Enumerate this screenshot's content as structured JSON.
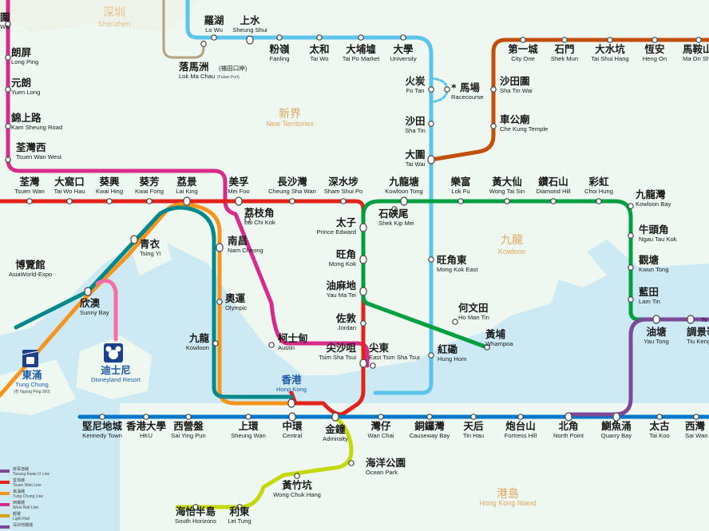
{
  "areas": {
    "shenzhen": {
      "zh": "深圳",
      "en": "Shenzhen"
    },
    "new_territories": {
      "zh": "新界",
      "en": "New Territories"
    },
    "kowloon": {
      "zh": "九龍",
      "en": "Kowloon"
    },
    "hong_kong_island": {
      "zh": "港島",
      "en": "Hong Kong Island"
    }
  },
  "colors": {
    "east_rail": "#5cc3ea",
    "tsuen_wan": "#e2231a",
    "kwun_tong": "#00a040",
    "island": "#0077c8",
    "tung_chung": "#f7941d",
    "tseung_kwan_o": "#7d4996",
    "disneyland": "#f36fa1",
    "airport_express": "#00888a",
    "tuen_ma": "#923b8c",
    "south_island": "#c5d80a",
    "tseung_kwan_o_branch": "#7d4996",
    "ma_on_shan": "#b8500a",
    "tsuen_wan_west": "#d62b8a",
    "sea": "#cdeaf4",
    "land": "#eef7f0"
  },
  "stations": {
    "lo_wu": {
      "zh": "羅湖",
      "en": "Lo Wu"
    },
    "sheung_shui": {
      "zh": "上水",
      "en": "Sheung Shui"
    },
    "fanling": {
      "zh": "粉嶺",
      "en": "Fanling"
    },
    "tai_wo": {
      "zh": "太和",
      "en": "Tai Wo"
    },
    "tai_po_market": {
      "zh": "大埔墟",
      "en": "Tai Po Market"
    },
    "university": {
      "zh": "大學",
      "en": "University"
    },
    "lok_ma_chau": {
      "zh": "落馬洲",
      "zh_sub": "(福田口岸)",
      "en": "Lok Ma Chau",
      "en_sub": "(Futian Port)"
    },
    "fo_tan": {
      "zh": "火炭",
      "en": "Fo Tan"
    },
    "racecourse": {
      "zh": "馬場",
      "en": "Racecourse",
      "mark": "*"
    },
    "sha_tin": {
      "zh": "沙田",
      "en": "Sha Tin"
    },
    "tai_wai": {
      "zh": "大圍",
      "en": "Tai Wai"
    },
    "city_one": {
      "zh": "第一城",
      "en": "City One"
    },
    "shek_mun": {
      "zh": "石門",
      "en": "Shek Mun"
    },
    "tai_shui_hang": {
      "zh": "大水坑",
      "en": "Tai Shui Hang"
    },
    "heng_on": {
      "zh": "恆安",
      "en": "Heng On"
    },
    "ma_on_shan": {
      "zh": "馬鞍山",
      "en": "Ma On Shan"
    },
    "sha_tin_wai": {
      "zh": "沙田圍",
      "en": "Sha Tin Wai"
    },
    "che_kung_temple": {
      "zh": "車公廟",
      "en": "Che Kung Temple"
    },
    "tin_wai": {
      "zh": "圍",
      "en": "Wai"
    },
    "long_ping": {
      "zh": "朗屏",
      "en": "Long Ping"
    },
    "yuen_long": {
      "zh": "元朗",
      "en": "Yuen Long"
    },
    "kam_sheung_road": {
      "zh": "錦上路",
      "en": "Kam Sheung Road"
    },
    "tsuen_wan_west": {
      "zh": "荃灣西",
      "en": "Tsuen Wan West"
    },
    "tsuen_wan": {
      "zh": "荃灣",
      "en": "Tsuen Wan"
    },
    "tai_wo_hau": {
      "zh": "大窩口",
      "en": "Tai Wo Hau"
    },
    "kwai_hing": {
      "zh": "葵興",
      "en": "Kwai Hing"
    },
    "kwai_fong": {
      "zh": "葵芳",
      "en": "Kwai Fong"
    },
    "lai_king": {
      "zh": "荔景",
      "en": "Lai King"
    },
    "mei_foo": {
      "zh": "美孚",
      "en": "Mei Foo"
    },
    "cheung_sha_wan": {
      "zh": "長沙灣",
      "en": "Cheung Sha Wan"
    },
    "sham_shui_po": {
      "zh": "深水埗",
      "en": "Sham Shui Po"
    },
    "kowloon_tong": {
      "zh": "九龍塘",
      "en": "Kowloon Tong"
    },
    "lok_fu": {
      "zh": "樂富",
      "en": "Lok Fu"
    },
    "wong_tai_sin": {
      "zh": "黃大仙",
      "en": "Wong Tai Sin"
    },
    "diamond_hill": {
      "zh": "鑽石山",
      "en": "Diamond Hill"
    },
    "choi_hung": {
      "zh": "彩虹",
      "en": "Choi Hung"
    },
    "kowloon_bay": {
      "zh": "九龍灣",
      "en": "Kowloon Bay"
    },
    "ngau_tau_kok": {
      "zh": "牛頭角",
      "en": "Ngau Tau Kok"
    },
    "kwun_tong": {
      "zh": "觀塘",
      "en": "Kwun Tong"
    },
    "lam_tin": {
      "zh": "藍田",
      "en": "Lam Tin"
    },
    "yau_tong": {
      "zh": "油塘",
      "en": "Yau Tong"
    },
    "tiu_keng_leng": {
      "zh": "調景嶺",
      "en": "Tiu Keng Leng"
    },
    "tseung_kwan_o_cut": {
      "zh": "",
      "en": "Ts"
    },
    "lai_chi_kok": {
      "zh": "荔枝角",
      "en": "Lai Chi Kok"
    },
    "nam_cheong": {
      "zh": "南昌",
      "en": "Nam Cheong"
    },
    "prince_edward": {
      "zh": "太子",
      "en": "Prince Edward"
    },
    "shek_kip_mei": {
      "zh": "石硤尾",
      "en": "Shek Kip Mei"
    },
    "mong_kok": {
      "zh": "旺角",
      "en": "Mong Kok"
    },
    "mong_kok_east": {
      "zh": "旺角東",
      "en": "Mong Kok East"
    },
    "yau_ma_tei": {
      "zh": "油麻地",
      "en": "Yau Ma Tei"
    },
    "olympic": {
      "zh": "奧運",
      "en": "Olympic"
    },
    "ho_man_tin": {
      "zh": "何文田",
      "en": "Ho Man Tin"
    },
    "jordan": {
      "zh": "佐敦",
      "en": "Jordan"
    },
    "whampoa": {
      "zh": "黃埔",
      "en": "Whampoa"
    },
    "austin": {
      "zh": "柯士甸",
      "en": "Austin"
    },
    "tsim_sha_tsui": {
      "zh": "尖沙咀",
      "en": "Tsim Sha Tsui"
    },
    "east_tsim_sha_tsui": {
      "zh": "尖東",
      "en": "East Tsim Sha Tsui"
    },
    "hung_hom": {
      "zh": "紅磡",
      "en": "Hung Hom"
    },
    "kowloon": {
      "zh": "九龍",
      "en": "Kowloon"
    },
    "tsing_yi": {
      "zh": "青衣",
      "en": "Tsing Yi"
    },
    "asiaworld_expo": {
      "zh": "博覽館",
      "en": "AsiaWorld-Expo"
    },
    "sunny_bay": {
      "zh": "欣澳",
      "en": "Sunny Bay"
    },
    "tung_chung": {
      "zh": "東涌",
      "en": "Tung Chung",
      "en_sub": "(冇 Ngong Ping 360)"
    },
    "disneyland": {
      "zh": "迪士尼",
      "en": "Disneyland Resort"
    },
    "hong_kong": {
      "zh": "香港",
      "en": "Hong Kong"
    },
    "kennedy_town": {
      "zh": "堅尼地城",
      "en": "Kennedy Town"
    },
    "hku": {
      "zh": "香港大學",
      "en": "HKU"
    },
    "sai_ying_pun": {
      "zh": "西營盤",
      "en": "Sai Ying Pun"
    },
    "sheung_wan": {
      "zh": "上環",
      "en": "Sheung Wan"
    },
    "central": {
      "zh": "中環",
      "en": "Central"
    },
    "admiralty": {
      "zh": "金鐘",
      "en": "Admiralty"
    },
    "wan_chai": {
      "zh": "灣仔",
      "en": "Wan Chai"
    },
    "causeway_bay": {
      "zh": "銅鑼灣",
      "en": "Causeway Bay"
    },
    "tin_hau": {
      "zh": "天后",
      "en": "Tin Hau"
    },
    "fortress_hill": {
      "zh": "炮台山",
      "en": "Fortress Hill"
    },
    "north_point": {
      "zh": "北角",
      "en": "North Point"
    },
    "quarry_bay": {
      "zh": "鰂魚涌",
      "en": "Quarry Bay"
    },
    "tai_koo": {
      "zh": "太古",
      "en": "Tai Koo"
    },
    "sai_wan_ho": {
      "zh": "西灣",
      "en": "Sai Wan H"
    },
    "ocean_park": {
      "zh": "海洋公園",
      "en": "Ocean Park"
    },
    "wong_chuk_hang": {
      "zh": "黃竹坑",
      "en": "Wong Chuk Hang"
    },
    "lei_tung": {
      "zh": "利東",
      "en": "Lei Tung"
    },
    "south_horizons": {
      "zh": "海怡半島",
      "en": "South Horizons"
    }
  },
  "legend": [
    {
      "zh": "將軍澳綫",
      "en": "Tseung Kwan O Line",
      "color": "#7d4996"
    },
    {
      "zh": "荃灣綫",
      "en": "Tsuen Wan Line",
      "color": "#e2231a"
    },
    {
      "zh": "東涌綫",
      "en": "Tung Chung Line",
      "color": "#f7941d"
    },
    {
      "zh": "西鐵綫",
      "en": "West Rail Line",
      "color": "#d62b8a"
    },
    {
      "zh": "輕鐵",
      "en": "Light Rail",
      "color": "#d5a100"
    },
    {
      "zh": "深圳地鐵綫",
      "en": "",
      "color": "#7d4996"
    }
  ]
}
